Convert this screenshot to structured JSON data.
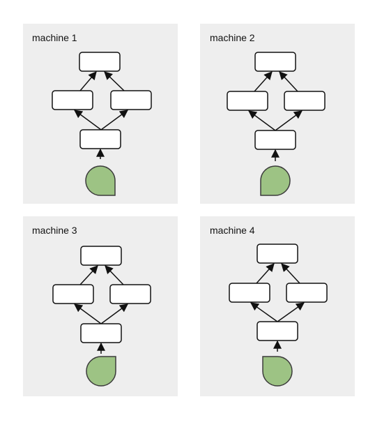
{
  "machines": [
    {
      "title": "machine 1",
      "token_shape": "drop-tail-right"
    },
    {
      "title": "machine 2",
      "token_shape": "drop-tail-left"
    },
    {
      "title": "machine 3",
      "token_shape": "drop-tail-right"
    },
    {
      "title": "machine 4",
      "token_shape": "drop-tail-left"
    }
  ],
  "colors": {
    "panel_background": "#eeeeee",
    "node_fill": "#ffffff",
    "node_stroke": "#111111",
    "edge": "#111111",
    "token_fill": "#9dc384",
    "token_stroke": "#3b3b3b"
  },
  "icons": {
    "node": "rounded-rect",
    "token": "teardrop"
  }
}
